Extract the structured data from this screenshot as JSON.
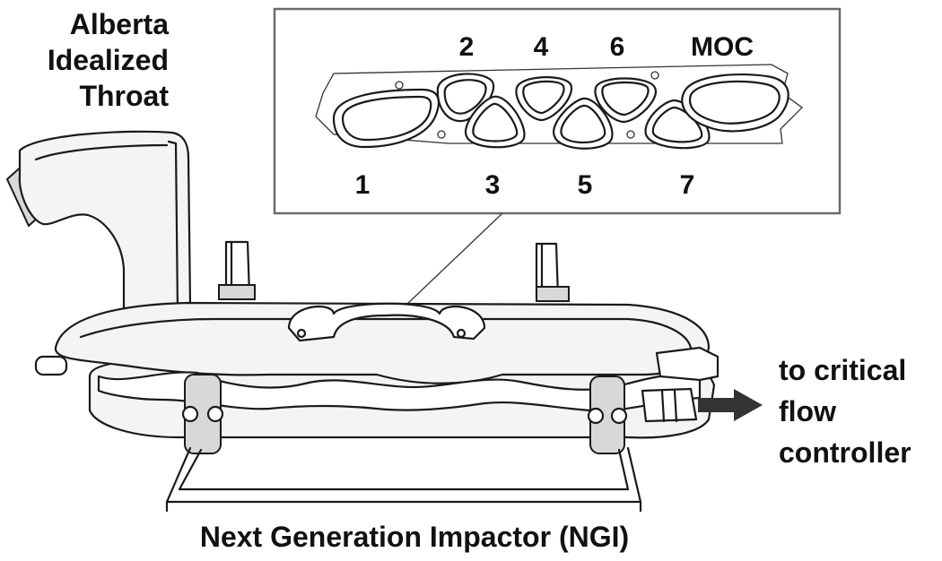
{
  "labels": {
    "throat_line1": "Alberta",
    "throat_line2": "Idealized",
    "throat_line3": "Throat",
    "flow_line1": "to critical",
    "flow_line2": "flow",
    "flow_line3": "controller",
    "caption": "Next Generation Impactor (NGI)"
  },
  "cups": {
    "top": [
      "2",
      "4",
      "6",
      "MOC"
    ],
    "bottom": [
      "1",
      "3",
      "5",
      "7"
    ]
  },
  "colors": {
    "outline": "#1a1a1a",
    "arrow": "#333333",
    "background": "#ffffff"
  }
}
